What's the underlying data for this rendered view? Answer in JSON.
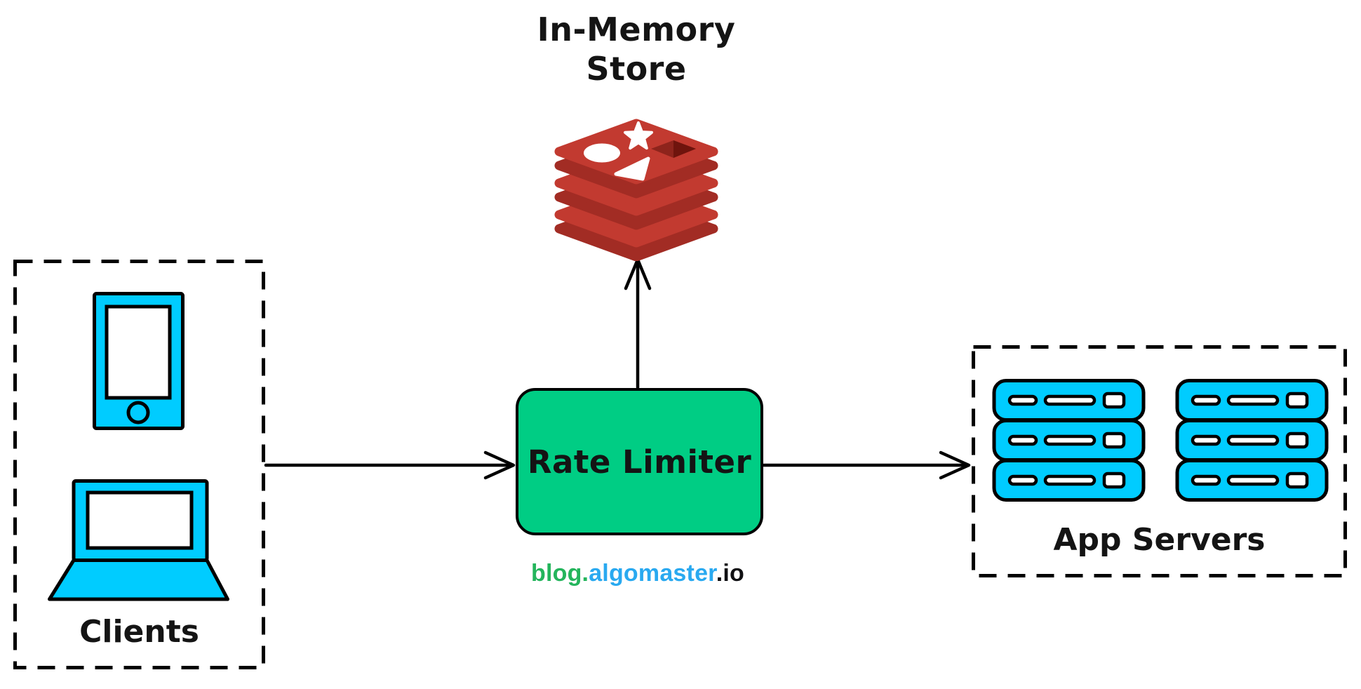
{
  "diagram": {
    "background_color": "#FFFFFF",
    "stroke_color": "#000000",
    "store": {
      "label": "In-Memory\nStore",
      "icon": "redis-database-icon",
      "icon_colors": {
        "light_red": "#C23A30",
        "dark_red": "#A22C24",
        "hole_mid": "#8E241C",
        "hole_dark": "#6F140D",
        "shapes": "#FFFFFF"
      }
    },
    "clients": {
      "label": "Clients",
      "border_style": "dashed",
      "icons": [
        "smartphone-icon",
        "laptop-icon"
      ],
      "icon_fill": "#00CCFF"
    },
    "rate_limiter": {
      "label": "Rate Limiter",
      "fill": "#00CD84"
    },
    "app_servers": {
      "label": "App Servers",
      "border_style": "dashed",
      "icons": [
        "server-stack-icon",
        "server-stack-icon"
      ],
      "icon_fill": "#00CCFF"
    },
    "arrows": [
      {
        "from": "clients",
        "to": "rate-limiter",
        "direction": "right"
      },
      {
        "from": "rate-limiter",
        "to": "in-memory-store",
        "direction": "up"
      },
      {
        "from": "rate-limiter",
        "to": "app-servers",
        "direction": "right"
      }
    ],
    "watermark": {
      "blog": "blog.",
      "algomaster": "algomaster",
      "io": ".io",
      "blog_color": "#24B55C",
      "algomaster_color": "#29A9F0",
      "io_color": "#101013"
    }
  }
}
